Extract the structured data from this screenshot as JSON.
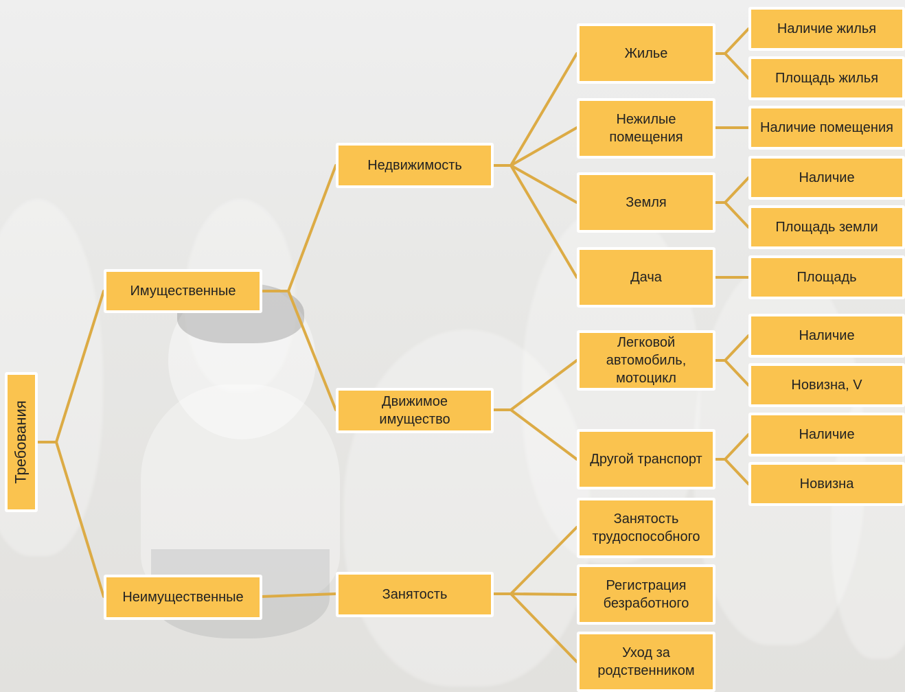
{
  "root": {
    "label": "Требования"
  },
  "level1": {
    "property": "Имущественные",
    "nonproperty": "Неимущественные"
  },
  "level2": {
    "real_estate": "Недвижимость",
    "movable": "Движимое\nимущество",
    "employment": "Занятость"
  },
  "level3": {
    "housing": "Жилье",
    "nonresidential": "Нежилые\nпомещения",
    "land": "Земля",
    "dacha": "Дача",
    "car": "Легковой\nавтомобиль,\nмотоцикл",
    "other_transport": "Другой транспорт",
    "employment_able": "Занятость\nтрудоспособного",
    "unemployed_reg": "Регистрация\nбезработного",
    "relative_care": "Уход за\nродственником"
  },
  "level4": {
    "housing_presence": "Наличие жилья",
    "housing_area": "Площадь жилья",
    "room_presence": "Наличие помещения",
    "land_presence": "Наличие",
    "land_area": "Площадь земли",
    "dacha_area": "Площадь",
    "car_presence": "Наличие",
    "car_newness": "Новизна, V",
    "other_presence": "Наличие",
    "other_newness": "Новизна"
  },
  "colors": {
    "node_fill": "#fac34f",
    "node_border": "#ffffff",
    "connector": "#dcab45"
  }
}
